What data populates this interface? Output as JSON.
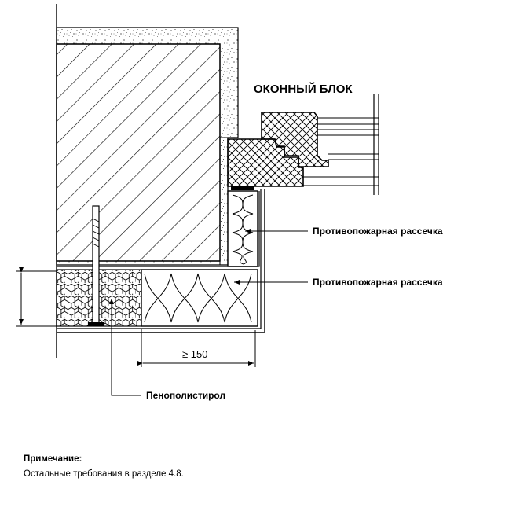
{
  "labels": {
    "window_block": "ОКОННЫЙ БЛОК",
    "fire_break_1": "Противопожарная рассечка",
    "fire_break_2": "Противопожарная рассечка",
    "dimension_min": "≥ 150",
    "polystyrene": "Пенополистирол"
  },
  "note": {
    "title": "Примечание:",
    "text": "Остальные требования в разделе 4.8."
  },
  "colors": {
    "ink": "#000000",
    "paper": "#ffffff"
  }
}
